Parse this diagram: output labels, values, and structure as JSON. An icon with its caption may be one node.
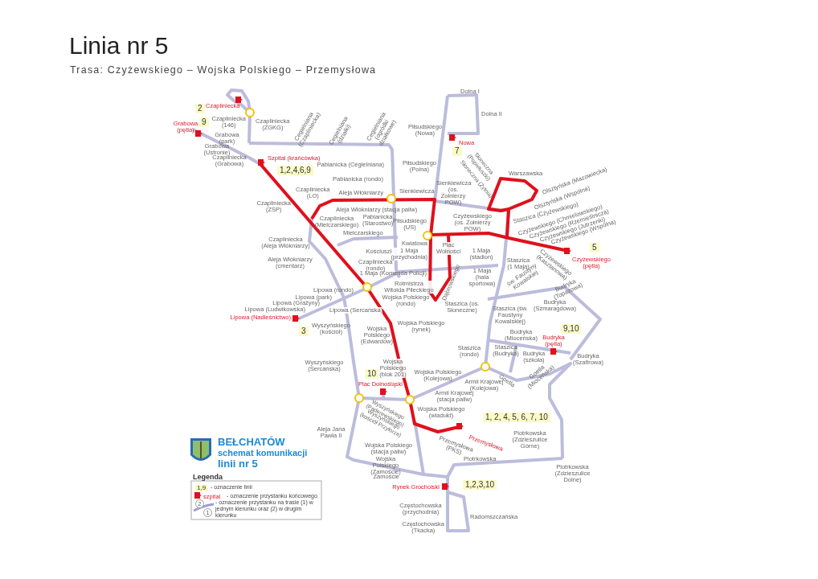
{
  "diagram": {
    "title": "Linia nr 5",
    "labels": [
      "Trasa: Czyżewskiego – Wojska Polskiego – Przemysłowa",
      "Czapliniecka",
      "Grabowa (pętla)",
      "Czapliniecka (146)",
      "Czapliniecka (ZGKG)",
      "Grabowa (park)",
      "Grabowa (Ustronie)",
      "Czapliniecka (Grabowa)",
      "Cegielniana (Czapliniecka)",
      "Cegielniana (działki)",
      "Cegielniana (ogródki działkowe)",
      "Szpital (krańcówka)",
      "Pabianicka (Cegielniana)",
      "Pabianicka (rondo)",
      "Aleja Włókniarzy",
      "Czapliniecka (LO)",
      "Czapliniecka (ZSP)",
      "Aleja Włókniarzy (stacja paliw)",
      "Czapliniecka (Mielczarskiego)",
      "Pabianicka (Starostwo)",
      "Mielczarskiego",
      "Czapliniecka (Aleja Włókniarzy)",
      "Dolna I",
      "Dolna II",
      "Piłsudskiego (Nowa)",
      "Nowa",
      "Piłsudskiego (Polna)",
      "Słoneczna (Popiełuszki)",
      "Słoneczna (Żytnia)",
      "Warszawska",
      "Olsztyńska (Mazowiecka)",
      "Olsztyńska (Wspólna)",
      "Sienkiewicza",
      "Sienkiewicza (os. Żołnierzy POW)",
      "Piłsudskiego (US)",
      "Czyżewskiego (os. Żołnierzy POW)",
      "Staszica (Czyżewskiego)",
      "Czyżewskiego (Chmielowskiego)",
      "Czyżewskiego (Rzemieślnicza)",
      "Czyżewskiego (Jutrzenki)",
      "Czyżewskiego (Wspólna)",
      "Kwiatowa",
      "Kościuszki",
      "Aleja Włókniarzy (cmentarz)",
      "Czapliniecka (rondo)",
      "Plac Wolności",
      "1 Maja (przychodnia)",
      "1 Maja (stadion)",
      "Staszica (1 Maja)",
      "Czyżewskiego (Kasztanowa)",
      "Czyżewskiego (pętla)",
      "1 Maja (Komenda Policji)",
      "1 Maja (hala sportowa)",
      "Dąbrowskiego",
      "Rotmistrza Witolda Pileckiego",
      "Lipowa (rondo)",
      "Lipowa (park)",
      "Lipowa (Grażyny)",
      "Lipowa (Ludwikowska)",
      "Lipowa (Sercańska)",
      "Wojska Polskiego (rondo)",
      "Lipowa (Nadleśnictwo)",
      "Wyszyńskiego (kościół)",
      "Wojska Polskiego (rynek)",
      "Wojska Polskiego (Edwardów)",
      "św. Faustyny Kowalskiej",
      "Budryka (Topazowa)",
      "Staszica (os. Słoneczne)",
      "Staszica (św. Faustyny Kowalskiej)",
      "Budryka (Szmaragdowa)",
      "Budryka (Mioceńska)",
      "Budryka (pętla)",
      "Staszica (rondo)",
      "Staszica (Budryka)",
      "Budryka (szkoła)",
      "Budryka (Szafirowa)",
      "Goetla (Mioceńska)",
      "Goetla",
      "Armii Krajowej (Kolejowa)",
      "Wyszyńskiego (Sercańska)",
      "Wojska Polskiego (blok 201)",
      "Plac Dolnośląski",
      "Wojska Polskiego (Kolejowa)",
      "Armii Krajowej (stacja paliw)",
      "Wyszyńskiego (Paderewskiego)",
      "Wyszyńskiego (kościół Przyłorze)",
      "Wojska Polskiego (wiadukt)",
      "Przemysłowa",
      "Przemysłowa (PKS)",
      "Aleja Jana Pawła II",
      "Wojska Polskiego (stacja paliw)",
      "Wojska Polskiego (Zamoście)",
      "Zamoście",
      "Piotrkowska (Zdzieszulice Górne)",
      "Piotrkowska",
      "Piotrkowska (Zdzieszulice Dolne)",
      "Rynek Grocholski",
      "Częstochowska (przychodnia)",
      "Radomszczańska",
      "Częstochowska (Tkacka)",
      "BEŁCHATÓW",
      "schemat komunikacji",
      "linii nr 5",
      "Legenda",
      "1,9",
      "szpital",
      "2",
      "1",
      "2",
      "9",
      "1,2,4,6,9",
      "7",
      "5",
      "3",
      "9,10",
      "10",
      "1, 2, 4, 5, 6, 7, 10",
      "1,2,3,10"
    ],
    "legend": [
      {
        "text": "- oznaczenie linii"
      },
      {
        "text": "- oznaczenie przystanku końcowego"
      },
      {
        "text": "- oznaczenie przystanku na trasie (1) w jednym kierunku oraz (2) w drugim kierunku"
      }
    ]
  }
}
